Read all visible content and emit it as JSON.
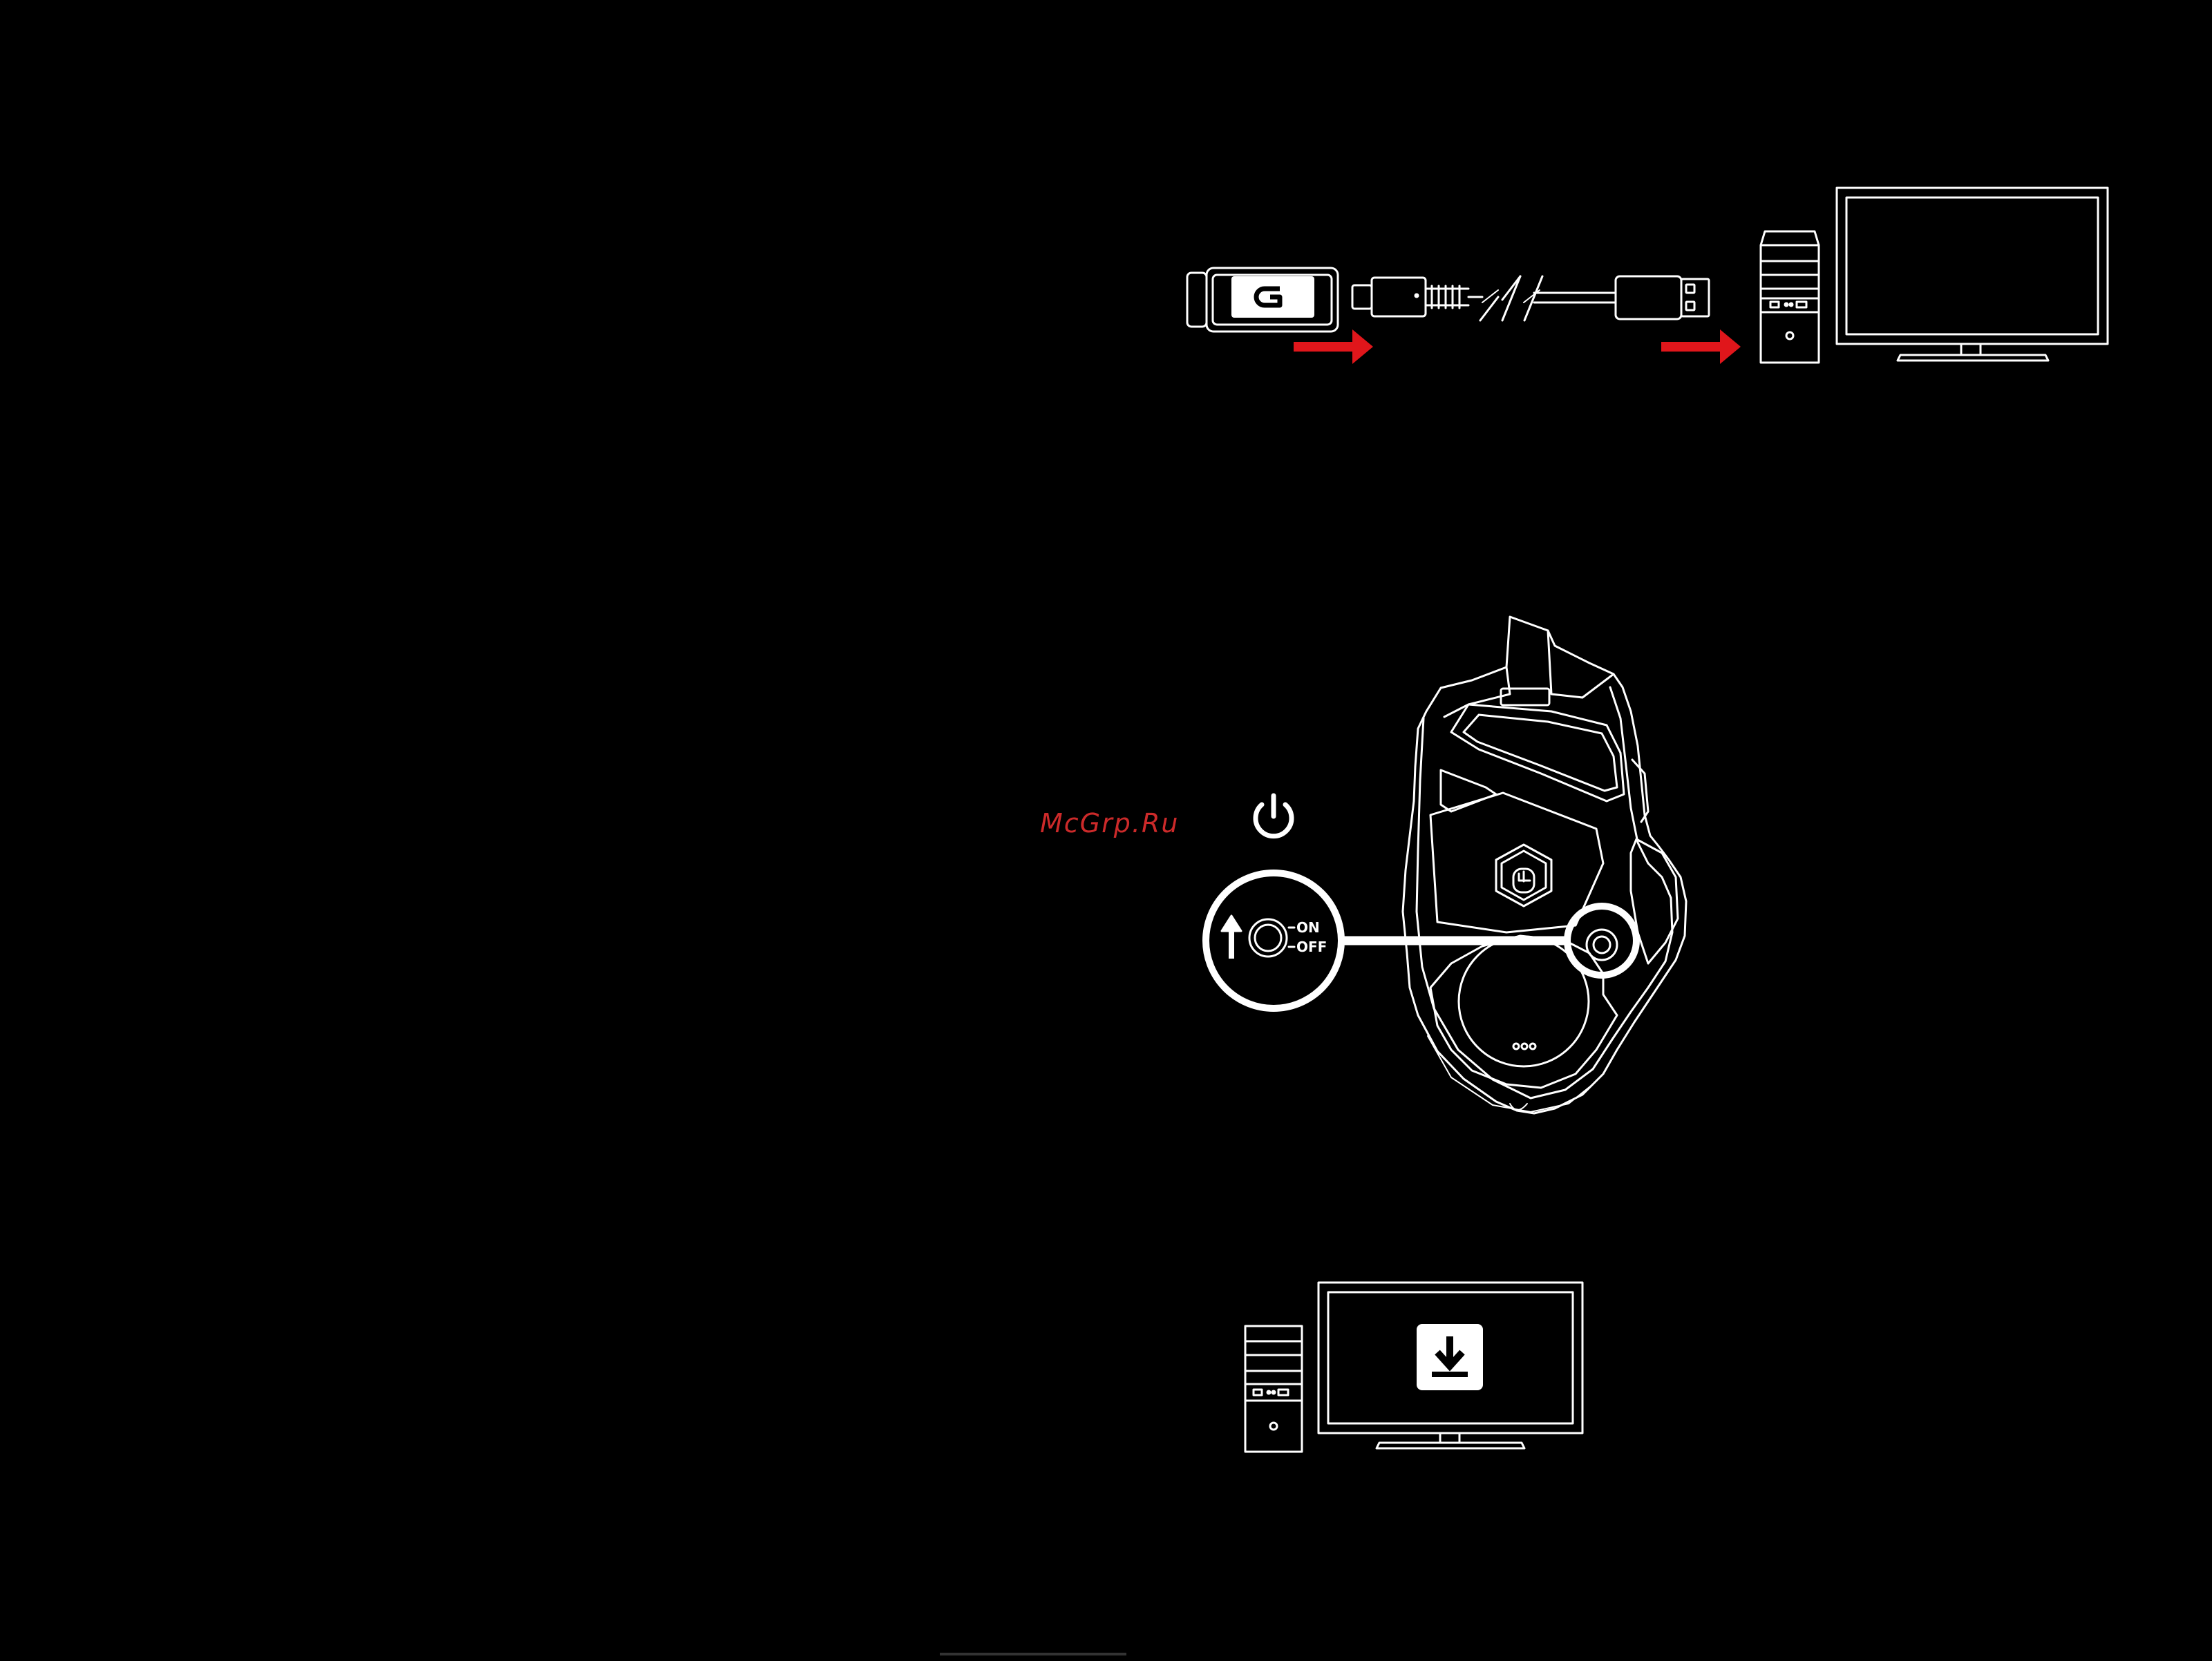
{
  "watermark": "McGrp.Ru",
  "switch_labels": {
    "on": "ON",
    "off": "OFF"
  },
  "colors": {
    "background": "#000000",
    "line": "#ffffff",
    "arrow": "#e0161b",
    "watermark": "#cc2a2a"
  },
  "icons": {
    "receiver": "lightspeed-receiver-icon",
    "logo": "logitech-g-logo",
    "cable": "usb-extension-cable-icon",
    "computer": "desktop-computer-icon",
    "power": "power-icon",
    "mouse": "gaming-mouse-bottom-icon",
    "download": "download-icon"
  }
}
